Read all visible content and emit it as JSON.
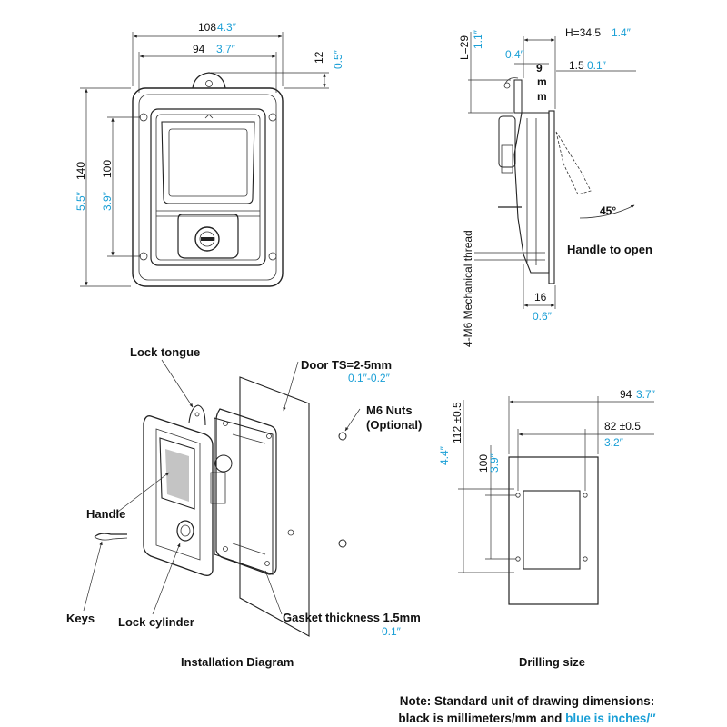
{
  "front_view": {
    "width_mm": "108",
    "width_in": "4.3″",
    "inner_width_mm": "94",
    "inner_width_in": "3.7″",
    "tab_mm": "12",
    "tab_in": "0.5″",
    "height_mm": "140",
    "height_in": "5.5″",
    "inner_height_mm": "100",
    "inner_height_in": "3.9″"
  },
  "side_view": {
    "l_mm": "L=29",
    "l_in": "1.1″",
    "h_mm": "H=34.5",
    "h_in": "1.4″",
    "offset_in": "0.4″",
    "tongue_mm": "9",
    "unit_m1": "m",
    "unit_m2": "m",
    "flange_mm": "1.5",
    "flange_in": "0.1″",
    "angle": "45°",
    "handle_label": "Handle to open",
    "thread_label": "4-M6 Mechanical thread",
    "depth_mm": "16",
    "depth_in": "0.6″"
  },
  "installation": {
    "lock_tongue": "Lock tongue",
    "door_ts": "Door TS=2-5mm",
    "door_ts_in": "0.1″-0.2″",
    "nuts": "M6 Nuts",
    "nuts_optional": "(Optional)",
    "handle": "Handle",
    "keys": "Keys",
    "lock_cylinder": "Lock cylinder",
    "gasket": "Gasket thickness 1.5mm",
    "gasket_in": "0.1″",
    "caption": "Installation Diagram"
  },
  "drilling": {
    "width_mm": "94",
    "width_in": "3.7″",
    "hole_span_mm": "82 ±0.5",
    "hole_span_in": "3.2″",
    "height_mm": "112 ±0.5",
    "height_in": "4.4″",
    "inner_mm": "100",
    "inner_in": "3.9″",
    "caption": "Drilling size"
  },
  "note": {
    "line1": "Note: Standard unit of drawing dimensions:",
    "line2_prefix": "black is millimeters/mm and ",
    "line2_blue": "blue is inches/″"
  },
  "colors": {
    "inch_blue": "#1a9fd6",
    "line": "#222222"
  }
}
